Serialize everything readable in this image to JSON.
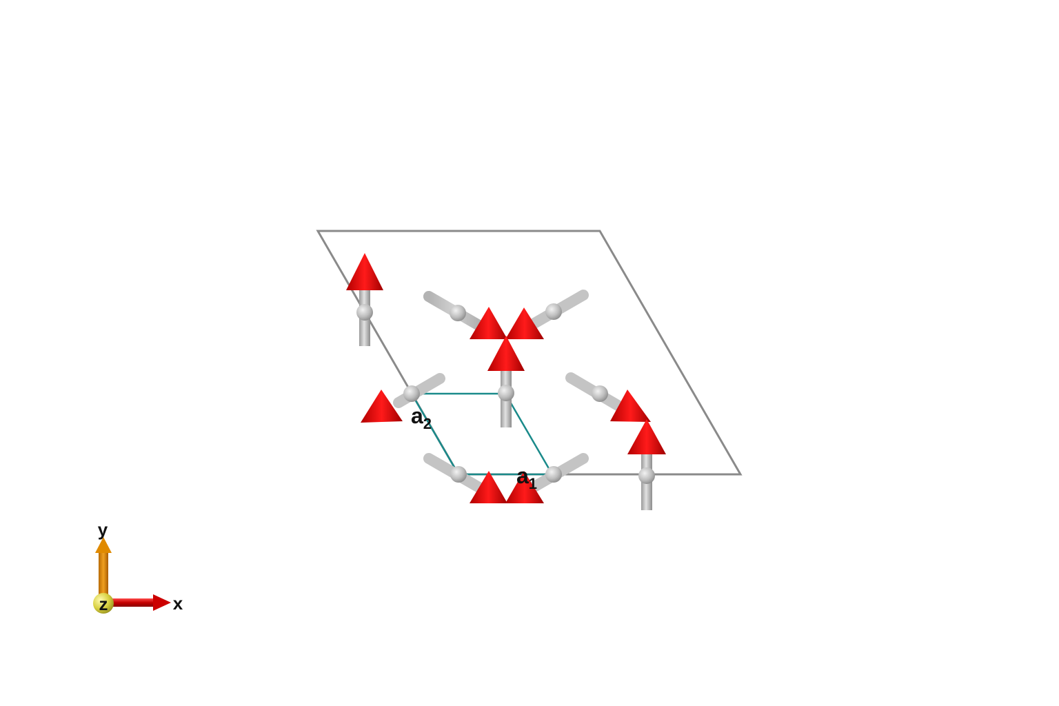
{
  "structure": {
    "lattice_labels": [
      {
        "base": "a",
        "sub": "2"
      },
      {
        "base": "a",
        "sub": "1"
      }
    ],
    "spin_count": 9,
    "spin_color": "#e00000",
    "bond_color": "#bdbdbd",
    "supercell_color": "#8a8a8a",
    "unit_cell_color": "#1a8a8a"
  },
  "axes": {
    "x": "x",
    "y": "y",
    "z": "z",
    "x_color": "#d40000",
    "y_color": "#e08a00",
    "z_color": "#d8d040"
  }
}
